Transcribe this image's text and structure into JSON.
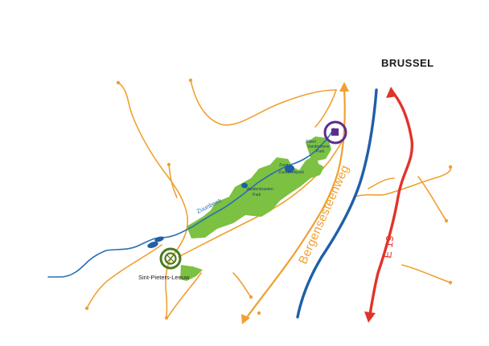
{
  "map": {
    "city_label": "BRUSSEL",
    "road_label": "Bergensesteenweg",
    "highway_label": "E 19",
    "stream_label": "Zuunbeek",
    "town_label": "Sint-Pieters-Leeuw",
    "park_labels": {
      "albert_line1": "Albert",
      "albert_line2": "Vandenhove",
      "albert_line3": "Park",
      "middle_line1": "Zuun",
      "middle_line2": "Zuunbeekpark",
      "vander_line1": "Vanderstraeten",
      "vander_line2": "Park"
    }
  },
  "colors": {
    "local_road": "#f0a030",
    "highway": "#e2332a",
    "railway": "#1f5fa8",
    "stream": "#2a6fb0",
    "park": "#7cc142",
    "pond": "#1f5fa8",
    "town_marker": "#4a7a1e",
    "destination_marker": "#5b2d8c",
    "text": "#1a1a1a"
  }
}
